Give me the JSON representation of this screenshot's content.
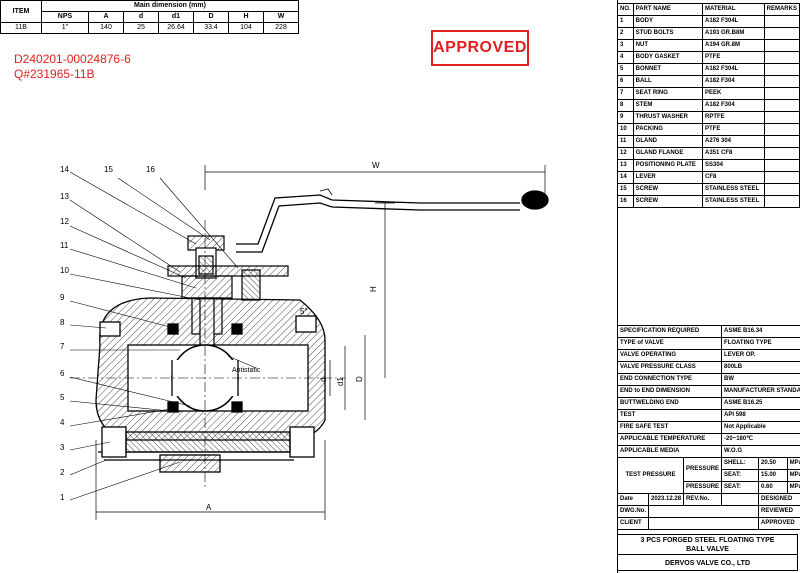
{
  "dimension_table": {
    "item_header": "ITEM",
    "main_header": "Main dimension (mm)",
    "columns": [
      "NPS",
      "A",
      "d",
      "d1",
      "D",
      "H",
      "W"
    ],
    "row": {
      "item": "11B",
      "values": [
        "1\"",
        "140",
        "25",
        "26.64",
        "33.4",
        "104",
        "228"
      ]
    }
  },
  "reference": {
    "line1": "D240201-00024876-6",
    "line2": "Q#231965-11B"
  },
  "stamp": "APPROVED",
  "parts_table": {
    "headers": [
      "NO.",
      "PART NAME",
      "MATERIAL",
      "REMARKS"
    ],
    "rows": [
      [
        "1",
        "BODY",
        "A182 F304L",
        ""
      ],
      [
        "2",
        "STUD BOLTS",
        "A193 GR.B8M",
        ""
      ],
      [
        "3",
        "NUT",
        "A194 GR.8M",
        ""
      ],
      [
        "4",
        "BODY GASKET",
        "PTFE",
        ""
      ],
      [
        "5",
        "BONNET",
        "A182 F304L",
        ""
      ],
      [
        "6",
        "BALL",
        "A182 F304",
        ""
      ],
      [
        "7",
        "SEAT RING",
        "PEEK",
        ""
      ],
      [
        "8",
        "STEM",
        "A182 F304",
        ""
      ],
      [
        "9",
        "THRUST WASHER",
        "RPTFE",
        ""
      ],
      [
        "10",
        "PACKING",
        "PTFE",
        ""
      ],
      [
        "11",
        "GLAND",
        "A276 304",
        ""
      ],
      [
        "12",
        "GLAND FLANGE",
        "A351 CF8",
        ""
      ],
      [
        "13",
        "POSITIONING PLATE",
        "SS304",
        ""
      ],
      [
        "14",
        "LEVER",
        "CF8",
        ""
      ],
      [
        "15",
        "SCREW",
        "STAINLESS STEEL",
        ""
      ],
      [
        "16",
        "SCREW",
        "STAINLESS STEEL",
        ""
      ]
    ]
  },
  "spec_table": {
    "rows": [
      [
        "SPECIFICATION REQUIRED",
        "ASME B16.34"
      ],
      [
        "TYPE of VALVE",
        "FLOATING TYPE"
      ],
      [
        "VALVE OPERATING",
        "LEVER OP."
      ],
      [
        "VALVE PRESSURE CLASS",
        "800LB"
      ],
      [
        "END CONNECTION TYPE",
        "BW"
      ],
      [
        "END to END DIMENSION",
        "MANUFACTURER STANDARD"
      ],
      [
        "BUTTWELDING END",
        "ASME B16.25"
      ],
      [
        "TEST",
        "API 598"
      ],
      [
        "FIRE SAFE TEST",
        "Not Applicable"
      ],
      [
        "APPLICABLE TEMPERATURE",
        "-20~180℃"
      ],
      [
        "APPLICABLE MEDIA",
        "W.O.G"
      ]
    ],
    "test_pressure": {
      "label": "TEST PRESSURE",
      "pressure_label": "PRESSURE",
      "shell_label": "SHELL:",
      "shell_value": "20.50",
      "shell_unit": "MPa",
      "seat1_label": "SEAT:",
      "seat1_value": "15.00",
      "seat1_unit": "MPa",
      "seat2_label": "SEAT:",
      "seat2_value": "0.60",
      "seat2_unit": "MPa"
    },
    "date_label": "Date",
    "date_value": "2023.12.28",
    "rev_label": "REV.No.",
    "designed_label": "DESIGNED",
    "dwg_label": "DWG.No.",
    "reviewed_label": "REVIEWED",
    "client_label": "CLIENT",
    "approved_label": "APPROVED"
  },
  "title": {
    "line1": "3 PCS FORGED STEEL FLOATING TYPE",
    "line2": "BALL VALVE"
  },
  "company": "DERVOS VALVE CO., LTD",
  "drawing": {
    "callouts": [
      "1",
      "2",
      "3",
      "4",
      "5",
      "6",
      "7",
      "8",
      "9",
      "10",
      "11",
      "12",
      "13",
      "14",
      "15",
      "16"
    ],
    "dim_labels": {
      "W": "W",
      "H": "H",
      "A": "A",
      "d": "d",
      "d1": "d1",
      "D": "D",
      "angle": "5°"
    },
    "antistatic": "Antistatic"
  }
}
